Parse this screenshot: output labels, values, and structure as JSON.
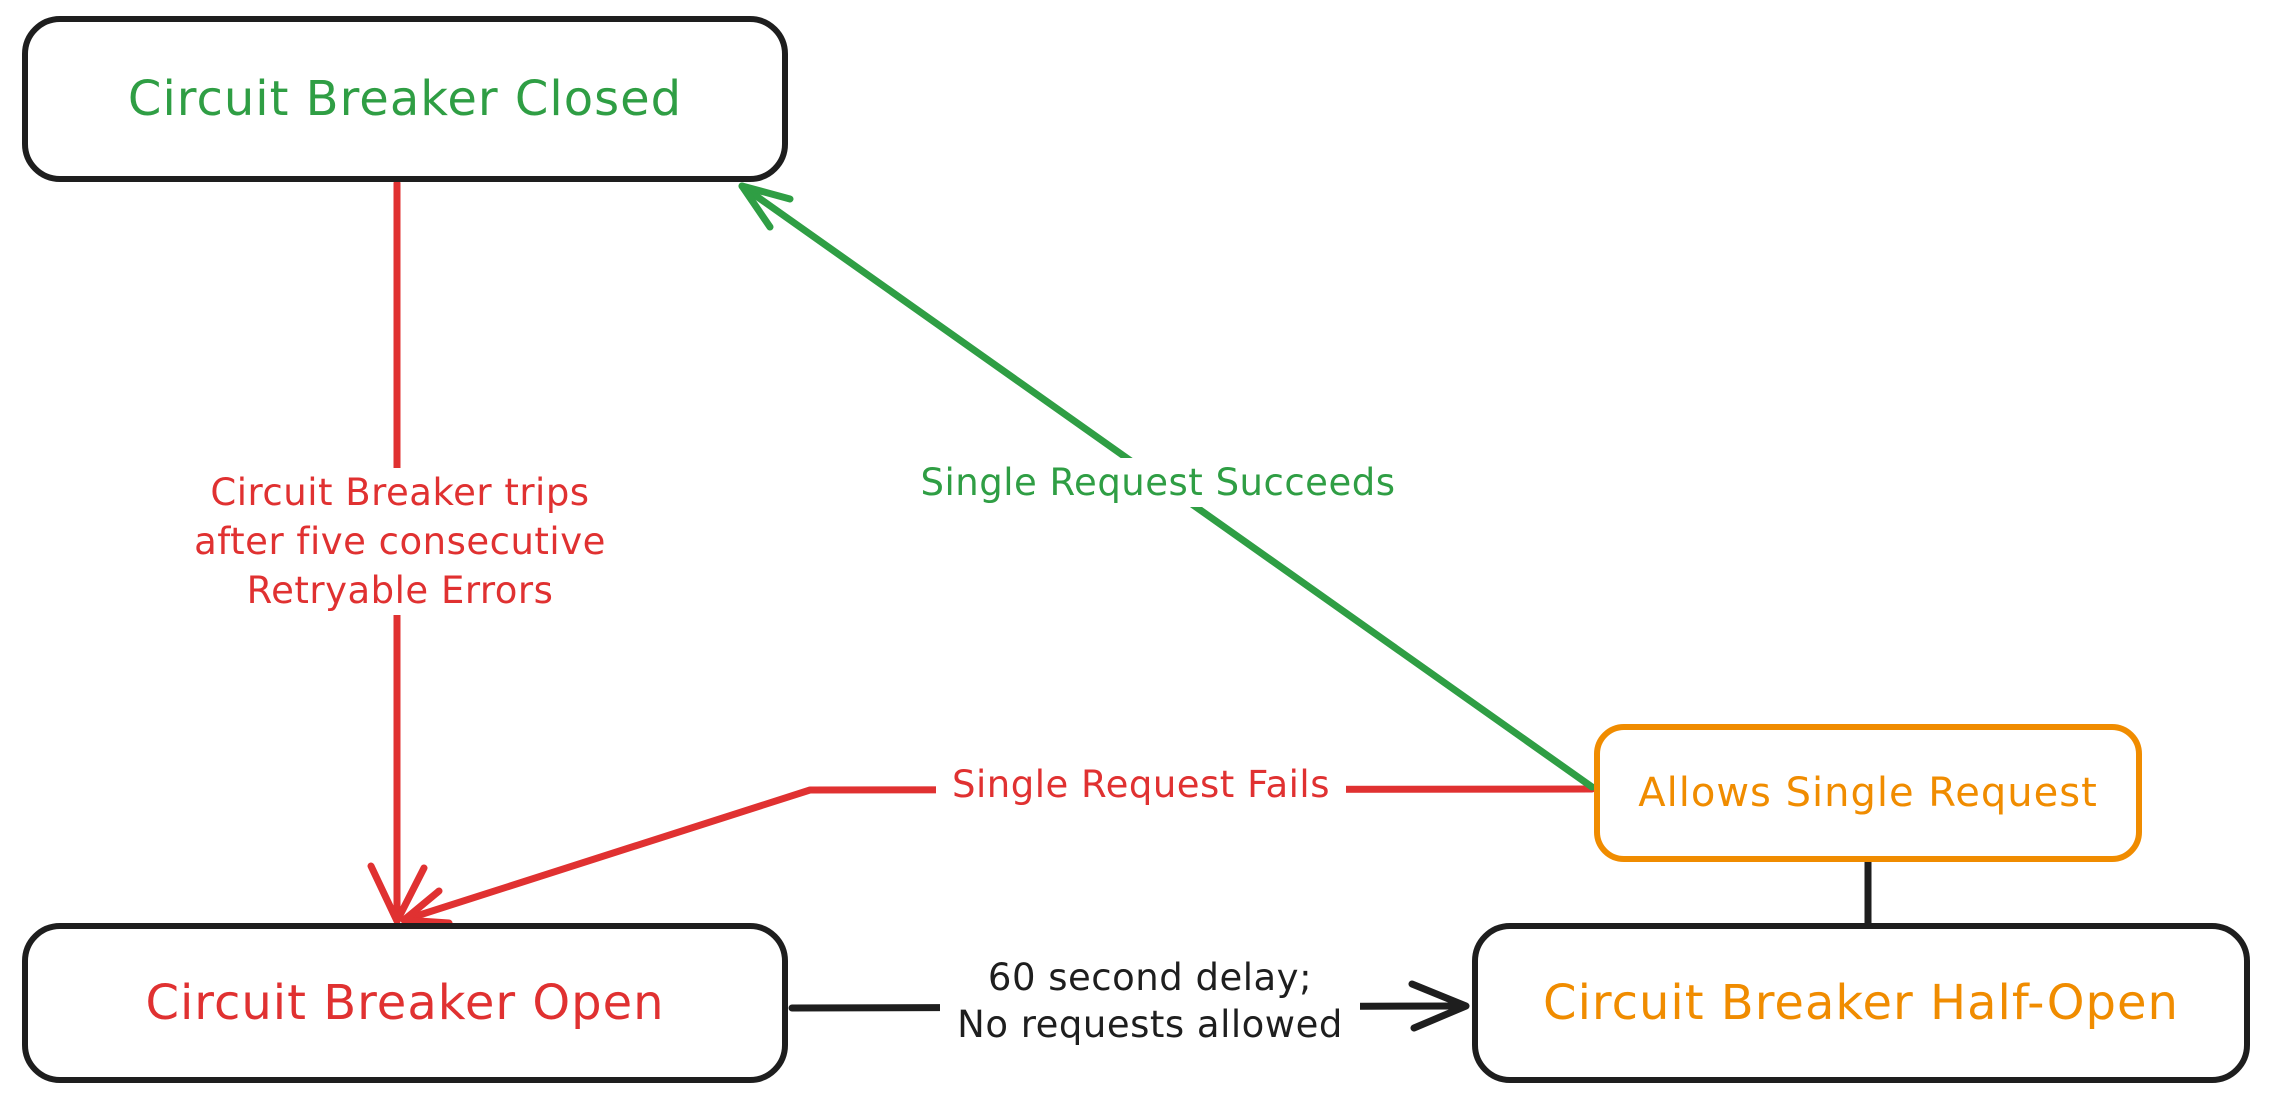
{
  "colors": {
    "green": "#2f9e44",
    "red": "#e03131",
    "orange": "#f08c00",
    "ink": "#1e1e1e",
    "canvas": "#ffffff"
  },
  "diagram": {
    "nodes": {
      "closed": {
        "label": "Circuit Breaker Closed"
      },
      "open": {
        "label": "Circuit Breaker Open"
      },
      "half_open": {
        "label": "Circuit Breaker Half-Open"
      },
      "allows_single_request": {
        "label": "Allows Single Request"
      }
    },
    "edges": {
      "trip": {
        "lines": [
          "Circuit Breaker trips",
          "after five consecutive",
          "Retryable Errors"
        ]
      },
      "succeeds": {
        "label": "Single Request Succeeds"
      },
      "fails": {
        "label": "Single Request Fails"
      },
      "delay": {
        "lines": [
          "60 second delay;",
          "No requests allowed"
        ]
      }
    }
  }
}
